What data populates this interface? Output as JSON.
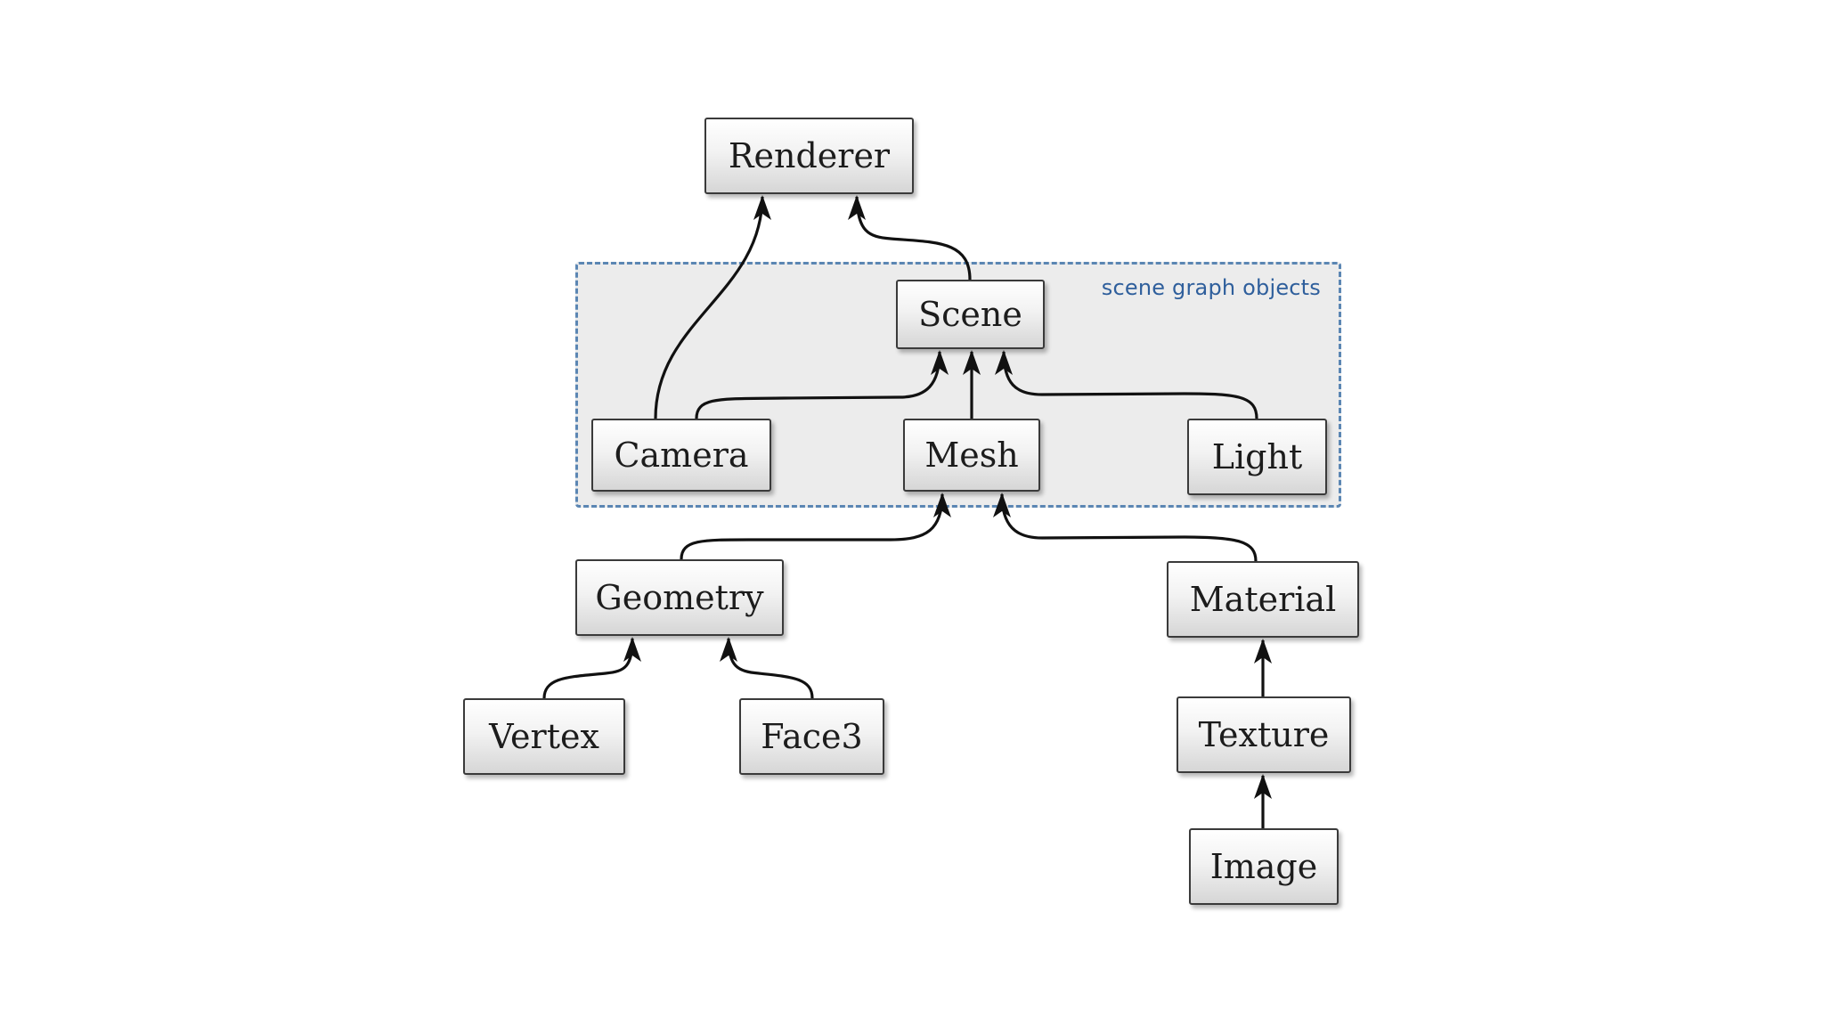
{
  "diagram": {
    "group_label": "scene graph objects",
    "nodes": {
      "renderer": "Renderer",
      "scene": "Scene",
      "camera": "Camera",
      "mesh": "Mesh",
      "light": "Light",
      "geometry": "Geometry",
      "material": "Material",
      "vertex": "Vertex",
      "face3": "Face3",
      "texture": "Texture",
      "image": "Image"
    },
    "edges": [
      {
        "from": "Camera",
        "to": "Renderer"
      },
      {
        "from": "Scene",
        "to": "Renderer"
      },
      {
        "from": "Camera",
        "to": "Scene"
      },
      {
        "from": "Mesh",
        "to": "Scene"
      },
      {
        "from": "Light",
        "to": "Scene"
      },
      {
        "from": "Geometry",
        "to": "Mesh"
      },
      {
        "from": "Material",
        "to": "Mesh"
      },
      {
        "from": "Vertex",
        "to": "Geometry"
      },
      {
        "from": "Face3",
        "to": "Geometry"
      },
      {
        "from": "Texture",
        "to": "Material"
      },
      {
        "from": "Image",
        "to": "Texture"
      }
    ],
    "colors": {
      "group_border": "#5b86b3",
      "group_label": "#2f5f9c",
      "group_fill": "#ececec",
      "edge": "#111111"
    }
  }
}
